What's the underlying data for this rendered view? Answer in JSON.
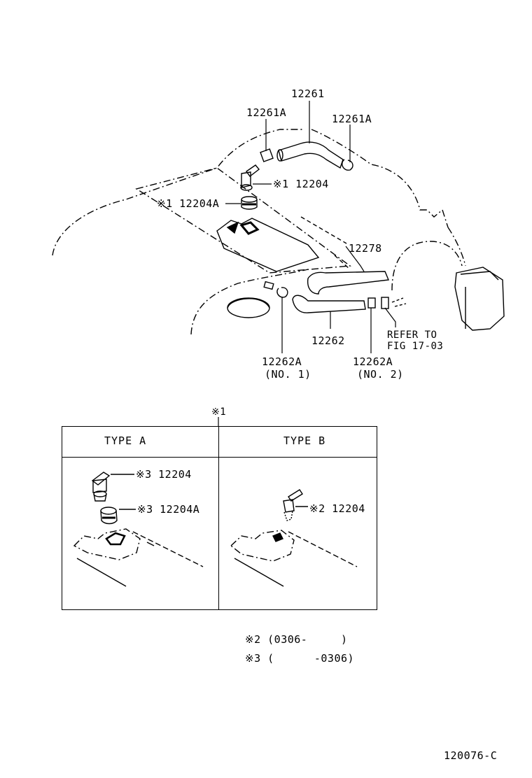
{
  "diagram_id": "120076-C",
  "callouts": {
    "hose_top": "12261",
    "clamp_top_left": "12261A",
    "clamp_top_right": "12261A",
    "pcv_valve": "※1 12204",
    "grommet": "※1 12204A",
    "hose_breather": "12278",
    "hose_lower": "12262",
    "clamp_lower_1": "12262A",
    "clamp_lower_1_note": "(NO. 1)",
    "clamp_lower_2": "12262A",
    "clamp_lower_2_note": "(NO. 2)",
    "refer_line1": "REFER TO",
    "refer_line2": "FIG 17-03"
  },
  "inset": {
    "marker": "※1",
    "type_a_header": "TYPE  A",
    "type_b_header": "TYPE  B",
    "type_a_valve": "※3 12204",
    "type_a_grommet": "※3 12204A",
    "type_b_valve": "※2 12204"
  },
  "notes": {
    "note2": "※2 (0306-     )",
    "note3": "※3 (      -0306)"
  }
}
